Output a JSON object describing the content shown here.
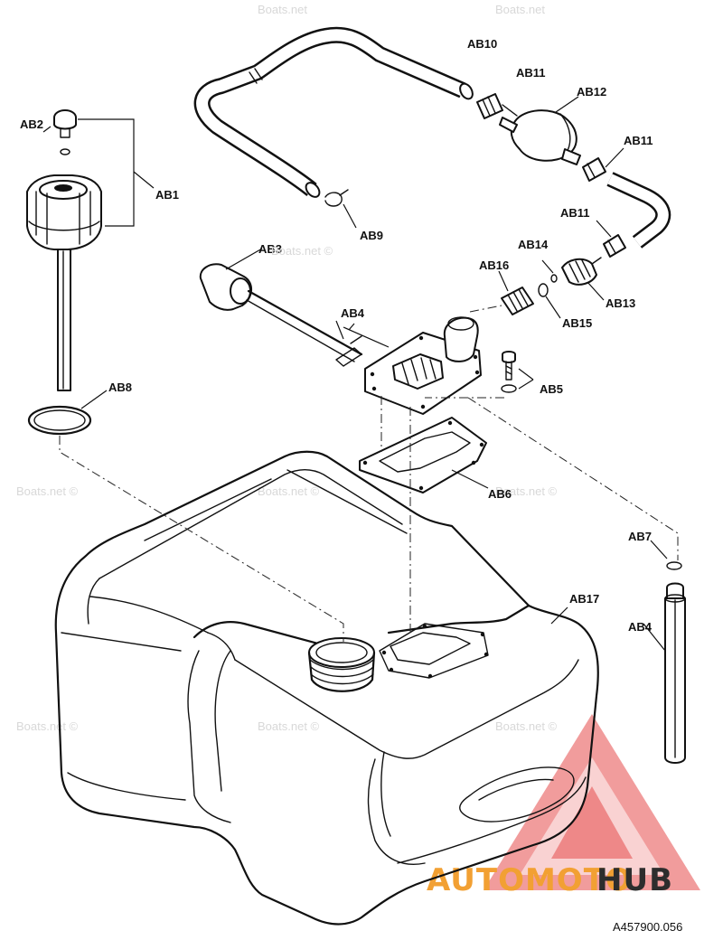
{
  "callouts": {
    "ab1": "AB1",
    "ab2": "AB2",
    "ab3": "AB3",
    "ab4_top": "AB4",
    "ab4_right": "AB4",
    "ab5": "AB5",
    "ab6": "AB6",
    "ab7": "AB7",
    "ab8": "AB8",
    "ab9": "AB9",
    "ab10": "AB10",
    "ab11_a": "AB11",
    "ab11_b": "AB11",
    "ab11_c": "AB11",
    "ab12": "AB12",
    "ab13": "AB13",
    "ab14": "AB14",
    "ab15": "AB15",
    "ab16": "AB16",
    "ab17": "AB17"
  },
  "watermark": {
    "text": "Boats.net ©",
    "text_top": "Boats.net",
    "text_inline": "Boats.net ©"
  },
  "logo": {
    "part1": "AUTOMOTO",
    "part2": "HUB",
    "color_primary": "#f2a033",
    "color_secondary": "#2d2d2d",
    "color_triangle": "#e64b4b"
  },
  "figure_code": "A457900.056"
}
